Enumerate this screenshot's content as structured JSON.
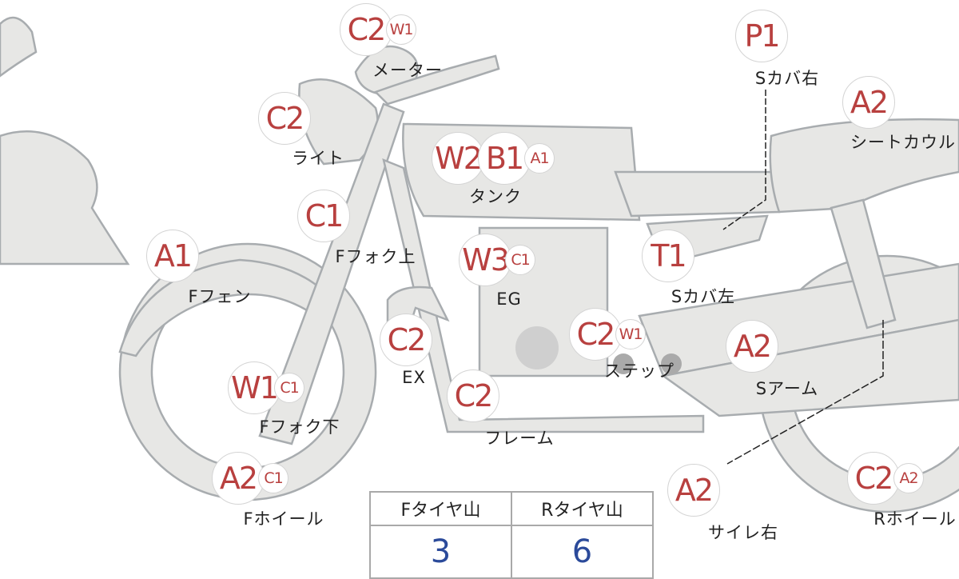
{
  "markers": [
    {
      "codes": [
        "C2",
        "W1"
      ],
      "label": "メーター"
    },
    {
      "codes": [
        "C2"
      ],
      "label": "ライト"
    },
    {
      "codes": [
        "W2",
        "B1",
        "A1"
      ],
      "label": "タンク"
    },
    {
      "codes": [
        "C1"
      ],
      "label": "Fフォク上"
    },
    {
      "codes": [
        "A1"
      ],
      "label": "Fフェン"
    },
    {
      "codes": [
        "W3",
        "C1"
      ],
      "label": "EG"
    },
    {
      "codes": [
        "C2"
      ],
      "label": "EX"
    },
    {
      "codes": [
        "C2",
        "W1"
      ],
      "label": "ステップ"
    },
    {
      "codes": [
        "W1",
        "C1"
      ],
      "label": "Fフォク下"
    },
    {
      "codes": [
        "C2"
      ],
      "label": "フレーム"
    },
    {
      "codes": [
        "A2",
        "C1"
      ],
      "label": "Fホイール"
    },
    {
      "codes": [
        "P1"
      ],
      "label": "Sカバ右"
    },
    {
      "codes": [
        "A2"
      ],
      "label": "シートカウル"
    },
    {
      "codes": [
        "T1"
      ],
      "label": "Sカバ左"
    },
    {
      "codes": [
        "A2"
      ],
      "label": "Sアーム"
    },
    {
      "codes": [
        "A2"
      ],
      "label": "サイレ右"
    },
    {
      "codes": [
        "C2",
        "A2"
      ],
      "label": "Rホイール"
    }
  ],
  "tires": {
    "front_label": "Fタイヤ山",
    "rear_label": "Rタイヤ山",
    "front_value": "3",
    "rear_value": "6"
  }
}
